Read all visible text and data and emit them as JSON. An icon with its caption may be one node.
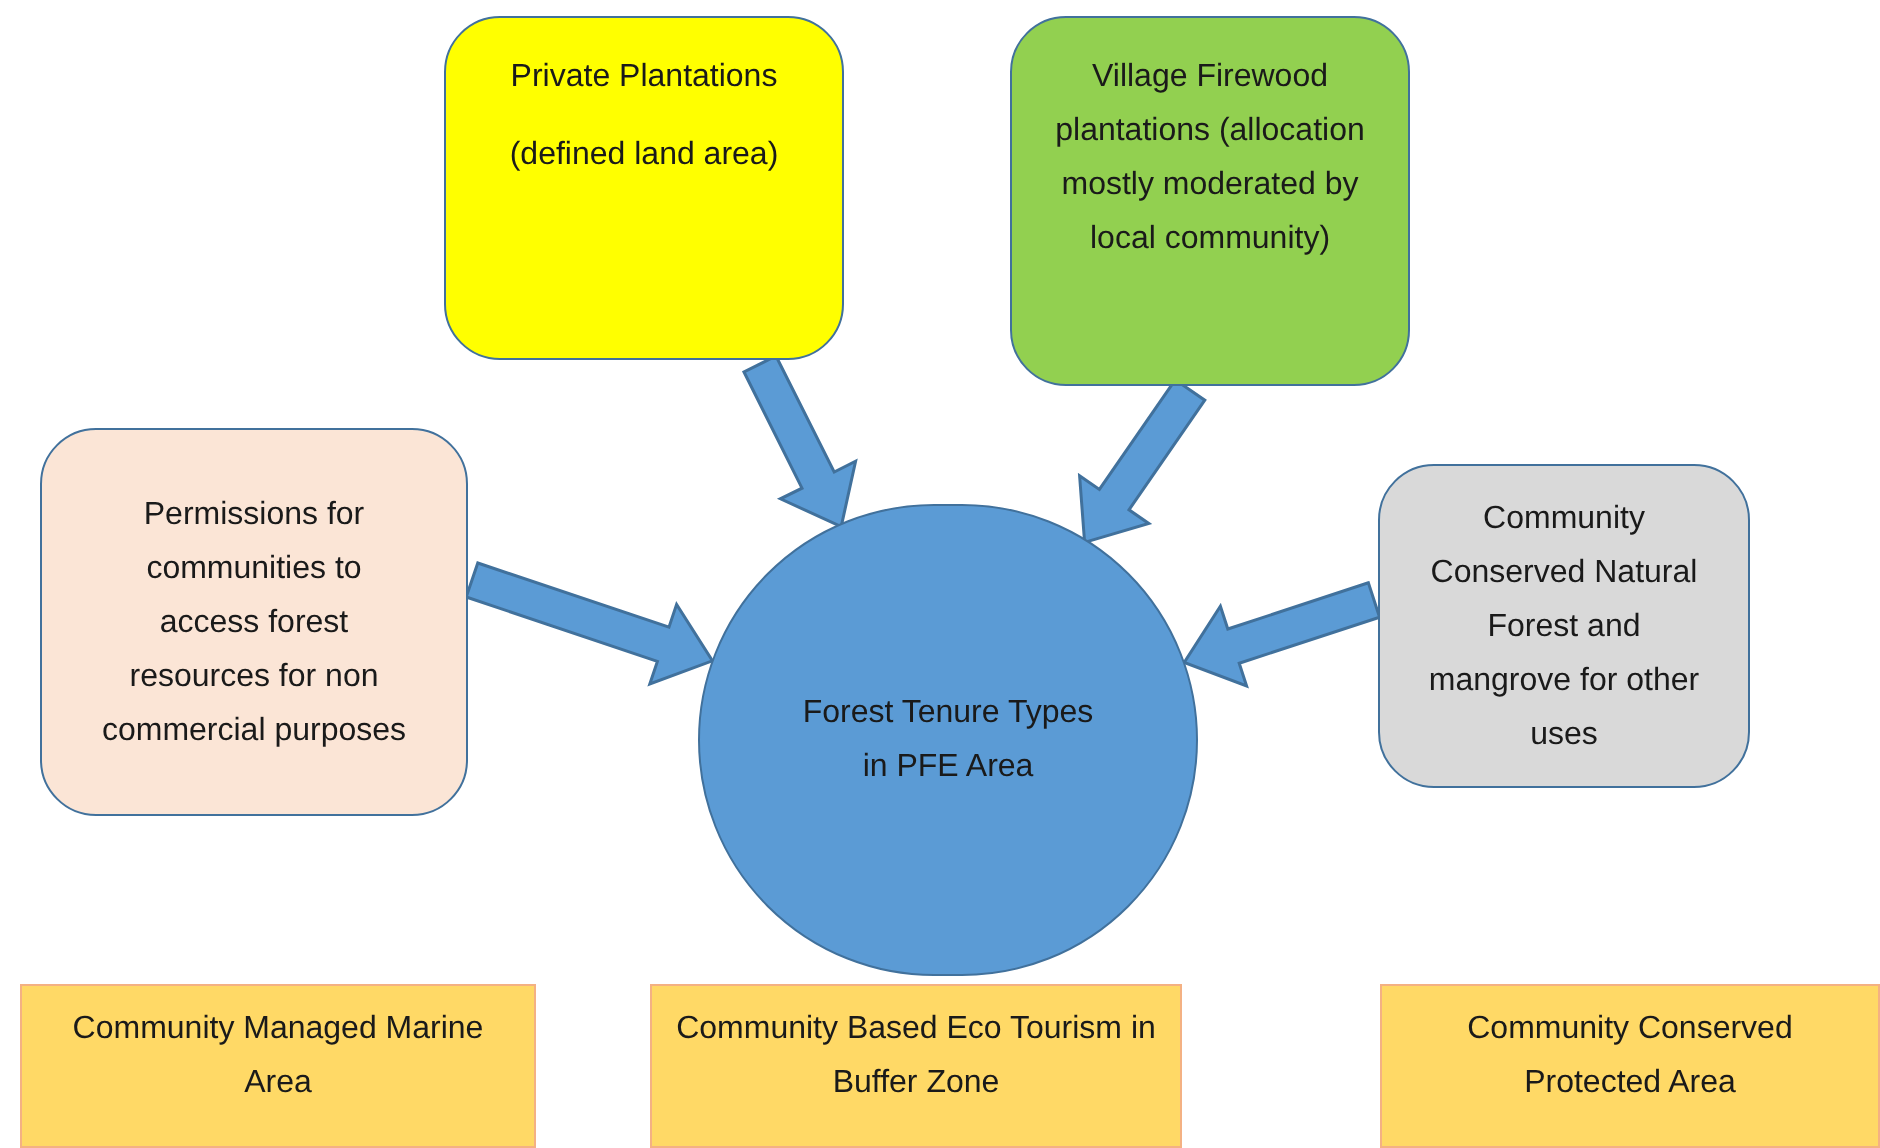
{
  "diagram": {
    "nodes": [
      {
        "text": [
          "Private Plantations",
          "(defined land area)"
        ]
      },
      {
        "text": [
          "Village Firewood plantations (allocation mostly moderated by local community)"
        ]
      },
      {
        "text": [
          "Permissions for communities to access forest resources for non commercial purposes"
        ]
      },
      {
        "text": [
          "Forest Tenure Types in PFE Area"
        ]
      },
      {
        "text": [
          "Community Conserved Natural Forest and mangrove for other uses"
        ]
      },
      {
        "text": [
          "Community Managed Marine Area"
        ]
      },
      {
        "text": [
          "Community Based Eco Tourism in Buffer Zone"
        ]
      },
      {
        "text": [
          "Community Conserved Protected Area"
        ]
      }
    ],
    "edges": [
      {
        "from": 0,
        "to": 3,
        "arrow": "to"
      },
      {
        "from": 1,
        "to": 3,
        "arrow": "to"
      },
      {
        "from": 2,
        "to": 3,
        "arrow": "to"
      },
      {
        "from": 4,
        "to": 3,
        "arrow": "to"
      }
    ]
  }
}
